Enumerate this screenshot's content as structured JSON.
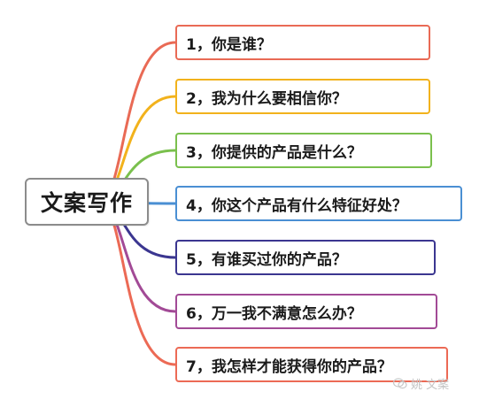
{
  "root": {
    "label": "文案写作"
  },
  "branches": [
    {
      "label": "1，你是谁？",
      "color": "#e96a55"
    },
    {
      "label": "2，我为什么要相信你？",
      "color": "#f2b21c"
    },
    {
      "label": "3，你提供的产品是什么？",
      "color": "#7ac04d"
    },
    {
      "label": "4，你这个产品有什么特征好处？",
      "color": "#4a8fd3"
    },
    {
      "label": "5，有谁买过你的产品？",
      "color": "#3b3690"
    },
    {
      "label": "6，万一我不满意怎么办？",
      "color": "#a24a96"
    },
    {
      "label": "7，我怎样才能获得你的产品？",
      "color": "#ec6a55"
    }
  ],
  "watermark": {
    "text": "姚   文案",
    "icon": "wechat-icon"
  }
}
